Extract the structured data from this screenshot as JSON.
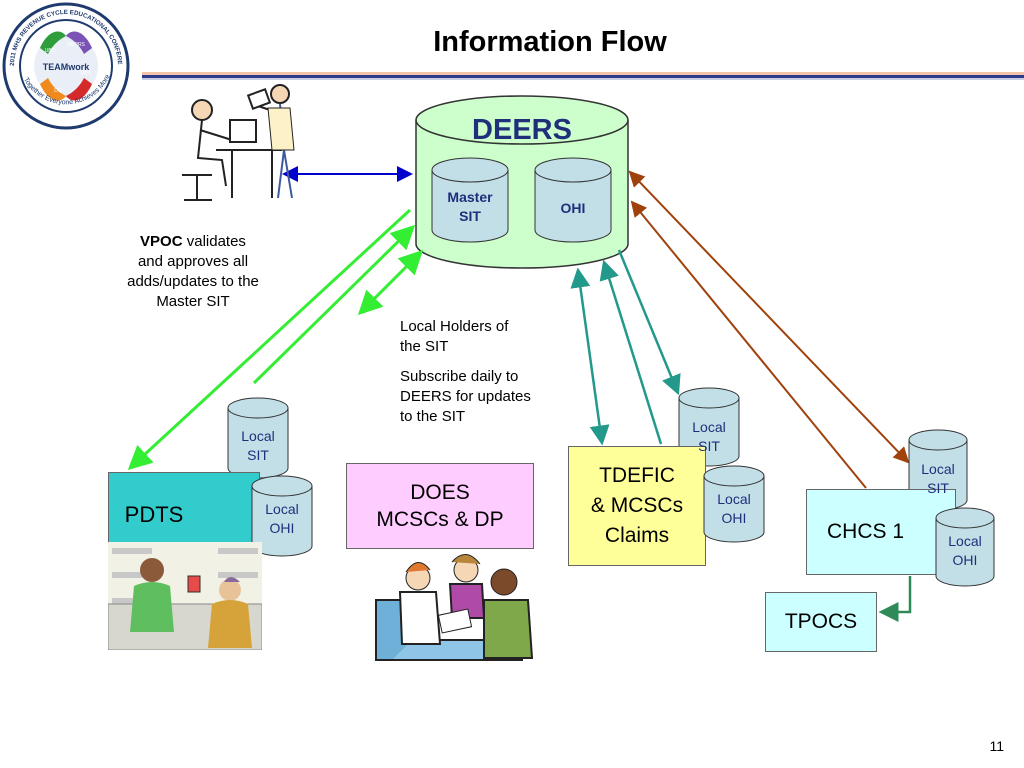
{
  "slide": {
    "title": "Information Flow",
    "page_number": "11"
  },
  "logo": {
    "ring_text": "2011 MHS REVENUE CYCLE EDUCATIONAL CONFERENCE",
    "center": "TEAMwork",
    "motto": "Together Everyone Achieves More",
    "labels": [
      "MEPRS",
      "UBO",
      "UBU",
      "DQ"
    ]
  },
  "deers": {
    "label": "DEERS",
    "master_sit": [
      "Master",
      "SIT"
    ],
    "ohi": "OHI"
  },
  "vpoc": {
    "bold": "VPOC",
    "text": [
      "validates",
      "and approves all",
      "adds/updates to the",
      "Master SIT"
    ]
  },
  "local_holders": {
    "line1": [
      "Local Holders of",
      "the SIT"
    ],
    "line2": [
      "Subscribe daily to",
      "DEERS for updates",
      "to the SIT"
    ]
  },
  "pdts": {
    "label": "PDTS",
    "local_sit": [
      "Local",
      "SIT"
    ],
    "local_ohi": [
      "Local",
      "OHI"
    ]
  },
  "does": {
    "line1": "DOES",
    "line2": "MCSCs & DP"
  },
  "tdefic": {
    "lines": [
      "TDEFIC",
      "& MCSCs",
      "Claims"
    ],
    "local_sit": [
      "Local",
      "SIT"
    ],
    "local_ohi": [
      "Local",
      "OHI"
    ]
  },
  "chcs": {
    "label": "CHCS 1",
    "local_sit": [
      "Local",
      "SIT"
    ],
    "local_ohi": [
      "Local",
      "OHI"
    ]
  },
  "tpocs": {
    "label": "TPOCS"
  },
  "colors": {
    "blue_arrow": "#0000cc",
    "green_arrow": "#33ee33",
    "teal_arrow": "#22998a",
    "brown_arrow": "#a0420c",
    "deers_fill": "#ccffcc",
    "db_fill": "#c2dfe8",
    "pdts_fill": "#33cccc",
    "does_fill": "#ffccff",
    "tdefic_fill": "#ffff99",
    "chcs_fill": "#ccffff"
  }
}
